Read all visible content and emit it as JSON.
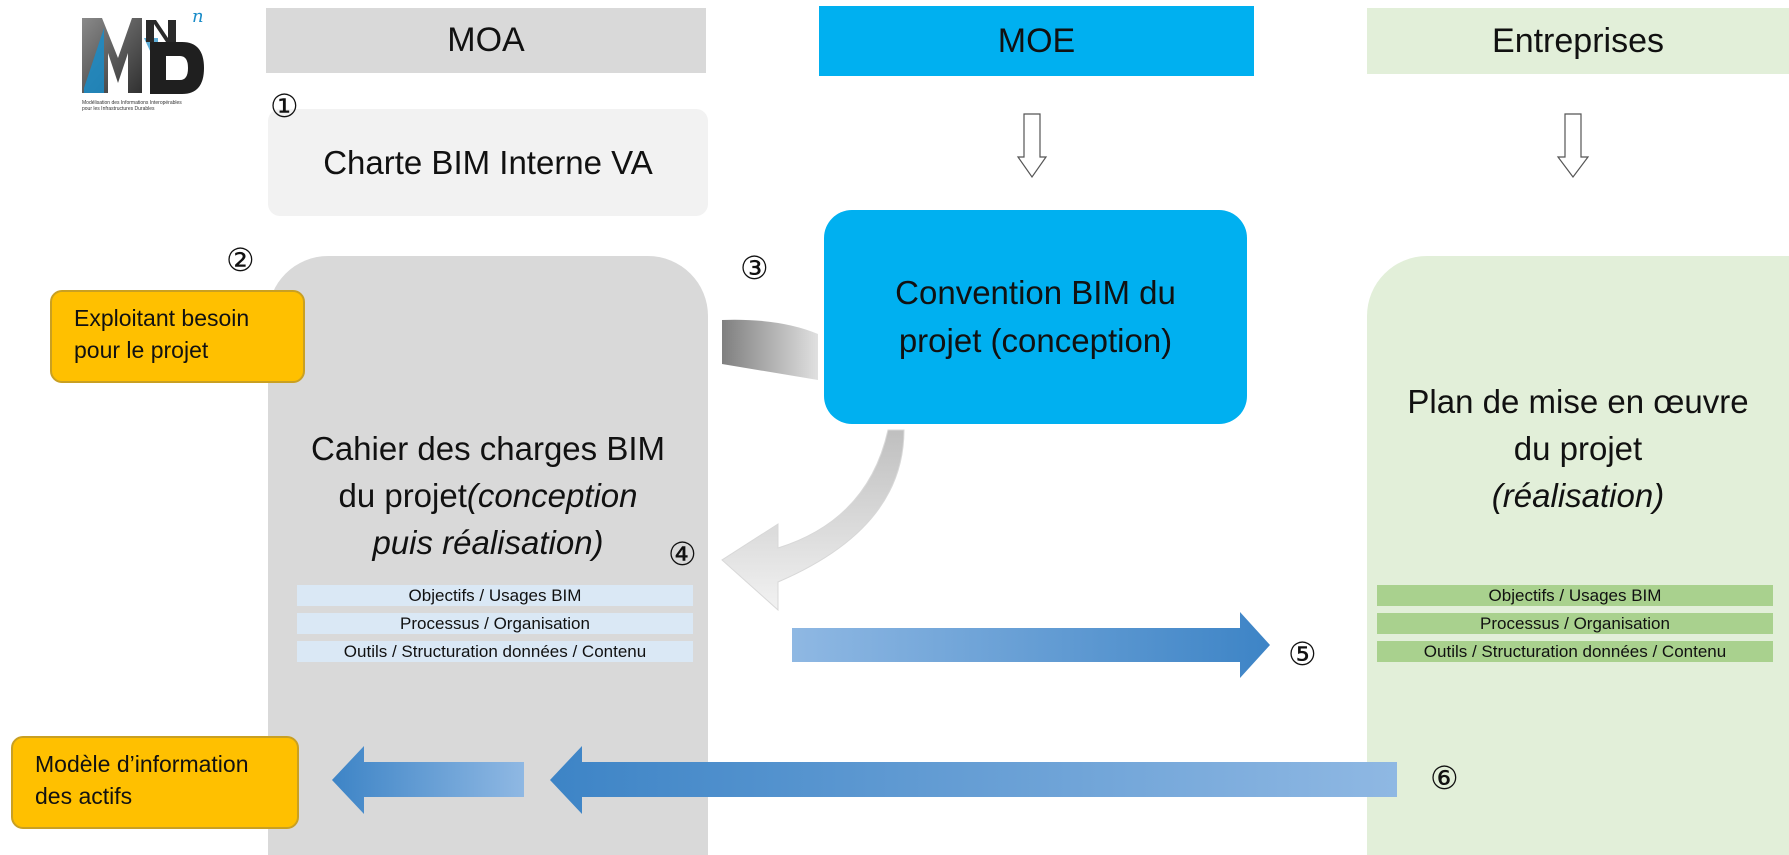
{
  "headers": {
    "moa": "MOA",
    "moe": "MOE",
    "entreprises": "Entreprises"
  },
  "steps": {
    "s1": "①",
    "s2": "②",
    "s3": "③",
    "s4": "④",
    "s5": "⑤",
    "s6": "⑥"
  },
  "logo": {
    "letters": "MND",
    "superscript": "n",
    "subtitle_line1": "Modélisation des Informations Interopérables",
    "subtitle_line2": "pour les Infrastructures Durables"
  },
  "charte": {
    "label": "Charte BIM Interne VA"
  },
  "exploitant": {
    "line1": "Exploitant besoin",
    "line2": "pour le projet"
  },
  "cahier": {
    "line1": "Cahier des charges BIM",
    "line2_plain": "du projet",
    "line2_italic": "(conception",
    "line3_italic": "puis réalisation)",
    "rows": [
      "Objectifs / Usages BIM",
      "Processus / Organisation",
      "Outils / Structuration données / Contenu"
    ]
  },
  "convention": {
    "line1": "Convention BIM du",
    "line2": "projet (conception)"
  },
  "plan": {
    "line1": "Plan de mise en œuvre",
    "line2": "du projet",
    "line3_italic": "(réalisation)",
    "rows": [
      "Objectifs / Usages BIM",
      "Processus / Organisation",
      "Outils / Structuration données / Contenu"
    ]
  },
  "modele": {
    "line1": "Modèle d’information",
    "line2": "des actifs"
  },
  "colors": {
    "moa": "#d9d9d9",
    "moe": "#00b0f0",
    "entreprises": "#e2efd9",
    "orange_box": "#ffc000",
    "blue_arrow": "#5b9bd5",
    "left_row_bg": "#dae8f5",
    "right_row_bg": "#a9d18e"
  }
}
